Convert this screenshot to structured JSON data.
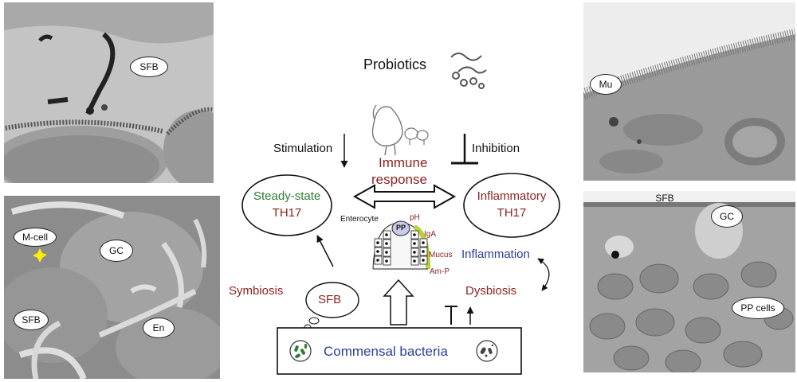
{
  "colors": {
    "red": "#8b2323",
    "green": "#2e7d32",
    "blue": "#2c3e9c",
    "black": "#111111",
    "micrograph_gray": "#8a8a8a"
  },
  "left_top_panel": {
    "sfb_label": "SFB"
  },
  "left_bottom_panel": {
    "mcell_label": "M-cell",
    "gc_label": "GC",
    "sfb_label": "SFB",
    "en_label": "En"
  },
  "right_top_panel": {
    "mu_label": "Mu"
  },
  "right_bottom_panel": {
    "sfb_label": "SFB",
    "gc_label": "GC",
    "pp_label": "PP cells"
  },
  "center": {
    "probiotics": "Probiotics",
    "stimulation": "Stimulation",
    "inhibition": "Inhibition",
    "immune_response_line1": "Immune",
    "immune_response_line2": "response",
    "steady_state_line1": "Steady-state",
    "steady_state_line2": "TH17",
    "inflammatory_line1": "Inflammatory",
    "inflammatory_line2": "TH17",
    "enterocyte": "Enterocyte",
    "pp": "PP",
    "ph": "pH",
    "iga": "IgA",
    "mucus": "Mucus",
    "amp": "Am-P",
    "inflammation": "Inflammation",
    "symbiosis": "Symbiosis",
    "sfb": "SFB",
    "dysbiosis": "Dysbiosis",
    "commensal": "Commensal bacteria"
  },
  "icons": [
    "bacteria-cluster-icon",
    "chicken-icon",
    "chicks-icon",
    "petri-dish-icon",
    "thought-bubble-icon"
  ]
}
